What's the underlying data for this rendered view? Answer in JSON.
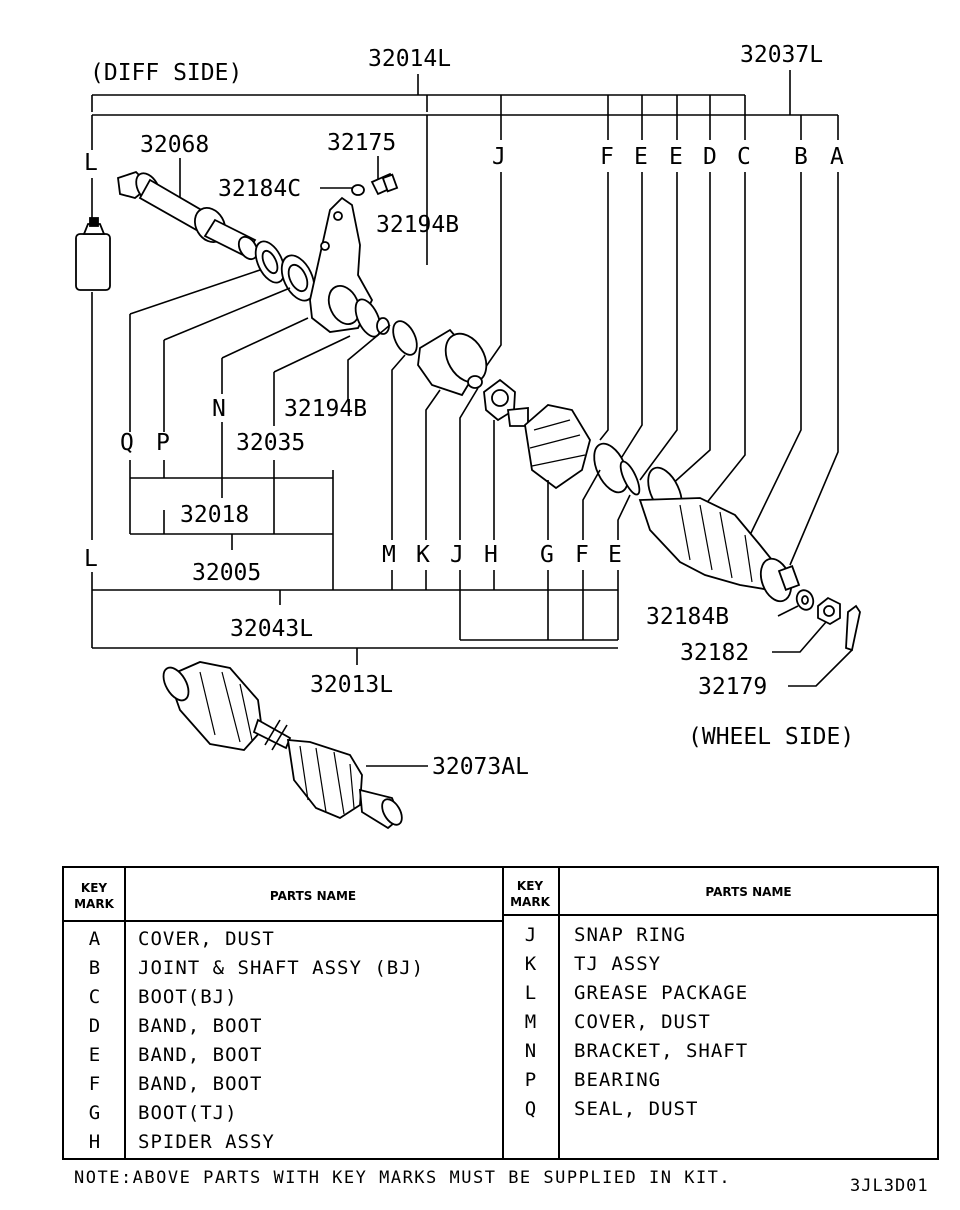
{
  "diagram": {
    "side_labels": {
      "diff": "(DIFF SIDE)",
      "wheel": "(WHEEL SIDE)"
    },
    "part_numbers": {
      "p32014L": "32014L",
      "p32037L": "32037L",
      "p32068": "32068",
      "p32175": "32175",
      "p32184C": "32184C",
      "p32194B_top": "32194B",
      "p32194B_mid": "32194B",
      "p32035": "32035",
      "p32018": "32018",
      "p32005": "32005",
      "p32043L": "32043L",
      "p32013L": "32013L",
      "p32184B": "32184B",
      "p32182": "32182",
      "p32179": "32179",
      "p32073AL": "32073AL"
    },
    "key_letters_top": [
      "J",
      "F",
      "E",
      "E",
      "D",
      "C",
      "B",
      "A"
    ],
    "key_letters_left": [
      "L",
      "N",
      "Q",
      "P",
      "L"
    ],
    "key_letters_bottom": [
      "M",
      "K",
      "J",
      "H",
      "G",
      "F",
      "E"
    ]
  },
  "table": {
    "header_key": [
      "KEY",
      "MARK"
    ],
    "header_name": "PARTS NAME",
    "left_rows": [
      {
        "key": "A",
        "name": "COVER, DUST"
      },
      {
        "key": "B",
        "name": "JOINT & SHAFT ASSY (BJ)"
      },
      {
        "key": "C",
        "name": "BOOT(BJ)"
      },
      {
        "key": "D",
        "name": "BAND, BOOT"
      },
      {
        "key": "E",
        "name": "BAND, BOOT"
      },
      {
        "key": "F",
        "name": "BAND, BOOT"
      },
      {
        "key": "G",
        "name": "BOOT(TJ)"
      },
      {
        "key": "H",
        "name": "SPIDER ASSY"
      }
    ],
    "right_rows": [
      {
        "key": "J",
        "name": "SNAP RING"
      },
      {
        "key": "K",
        "name": "TJ ASSY"
      },
      {
        "key": "L",
        "name": "GREASE PACKAGE"
      },
      {
        "key": "M",
        "name": "COVER, DUST"
      },
      {
        "key": "N",
        "name": "BRACKET, SHAFT"
      },
      {
        "key": "P",
        "name": "BEARING"
      },
      {
        "key": "Q",
        "name": "SEAL, DUST"
      }
    ]
  },
  "note": "NOTE:ABOVE PARTS WITH KEY MARKS MUST BE SUPPLIED IN KIT.",
  "drawing_code": "3JL3D01"
}
